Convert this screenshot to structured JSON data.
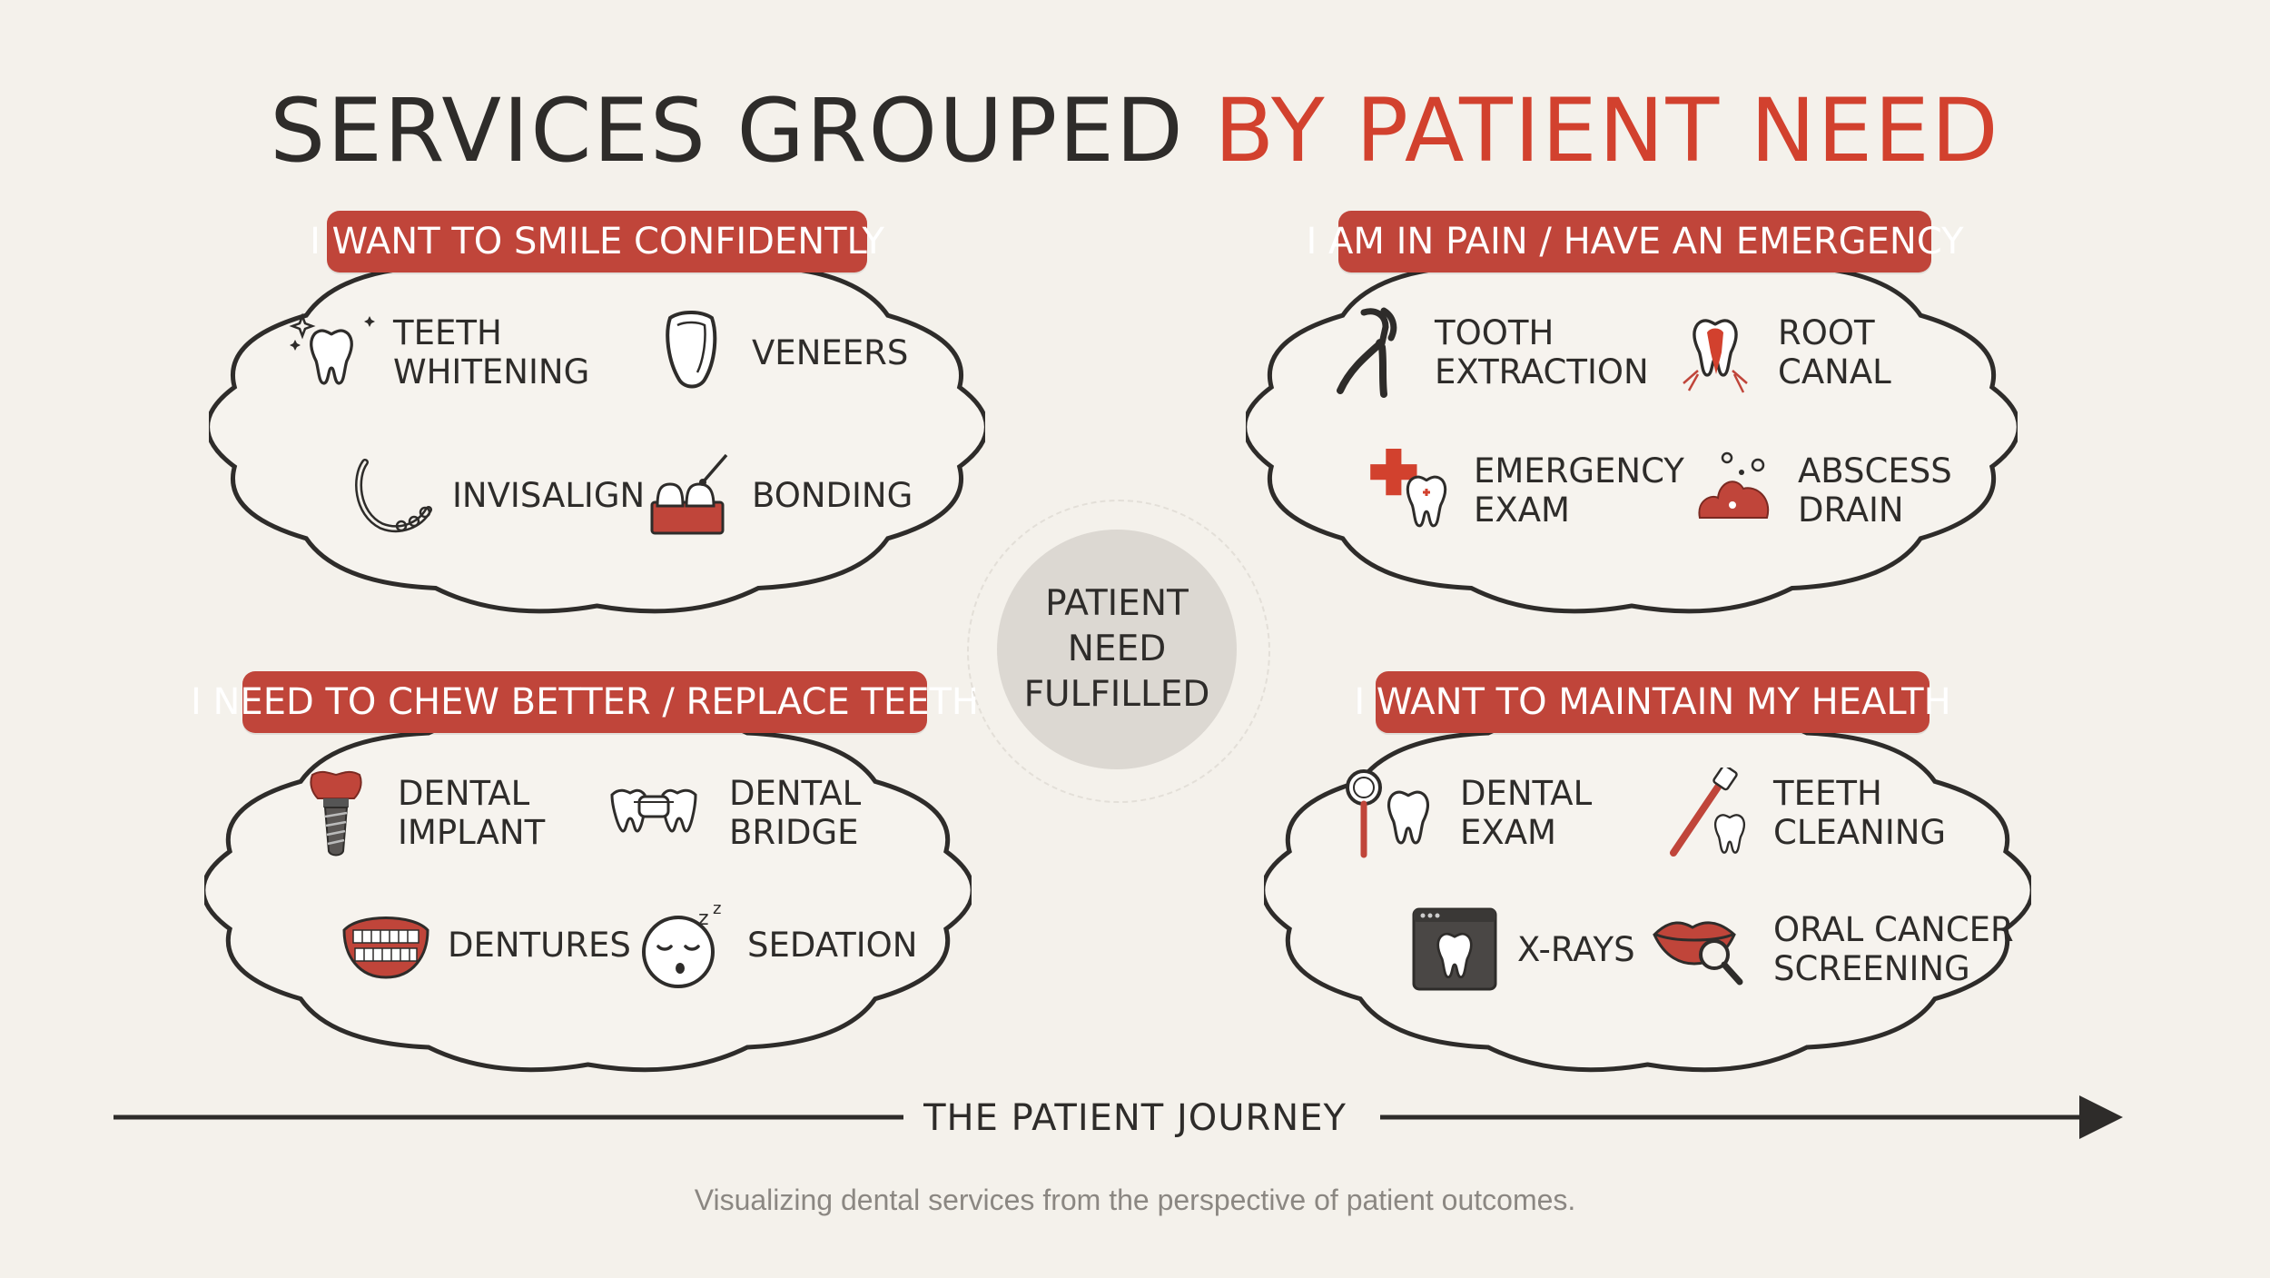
{
  "title": {
    "part1": "SERVICES GROUPED ",
    "part2": "BY PATIENT NEED"
  },
  "colors": {
    "accent": "#d2412e",
    "banner": "#c0453a",
    "ink": "#2e2c2a",
    "circle": "#dcd8d2",
    "background": "#f4f1eb"
  },
  "groups": [
    {
      "heading": "I WANT TO SMILE CONFIDENTLY",
      "items": [
        {
          "label": "TEETH\nWHITENING",
          "icon": "sparkling-tooth-icon"
        },
        {
          "label": "VENEERS",
          "icon": "veneer-icon"
        },
        {
          "label": "INVISALIGN",
          "icon": "clear-aligner-icon"
        },
        {
          "label": "BONDING",
          "icon": "bonding-tool-icon"
        }
      ]
    },
    {
      "heading": "I AM IN PAIN / HAVE AN EMERGENCY",
      "items": [
        {
          "label": "TOOTH\nEXTRACTION",
          "icon": "forceps-icon"
        },
        {
          "label": "ROOT\nCANAL",
          "icon": "root-canal-tooth-icon"
        },
        {
          "label": "EMERGENCY\nEXAM",
          "icon": "medical-cross-tooth-icon"
        },
        {
          "label": "ABSCESS\nDRAIN",
          "icon": "abscess-icon"
        }
      ]
    },
    {
      "heading": "I NEED TO CHEW BETTER / REPLACE TEETH",
      "items": [
        {
          "label": "DENTAL\nIMPLANT",
          "icon": "implant-icon"
        },
        {
          "label": "DENTAL\nBRIDGE",
          "icon": "bridge-icon"
        },
        {
          "label": "DENTURES",
          "icon": "dentures-icon"
        },
        {
          "label": "SEDATION",
          "icon": "sleeping-face-icon"
        }
      ]
    },
    {
      "heading": "I WANT TO MAINTAIN MY HEALTH",
      "items": [
        {
          "label": "DENTAL\nEXAM",
          "icon": "magnifier-tooth-icon"
        },
        {
          "label": "TEETH\nCLEANING",
          "icon": "toothbrush-tooth-icon"
        },
        {
          "label": "X-RAYS",
          "icon": "xray-screen-icon"
        },
        {
          "label": "ORAL CANCER\nSCREENING",
          "icon": "lips-magnifier-icon"
        }
      ]
    }
  ],
  "center": {
    "label": "PATIENT NEED\nFULFILLED"
  },
  "journey": {
    "label": "THE PATIENT JOURNEY"
  },
  "caption": "Visualizing dental services from the perspective of patient outcomes."
}
